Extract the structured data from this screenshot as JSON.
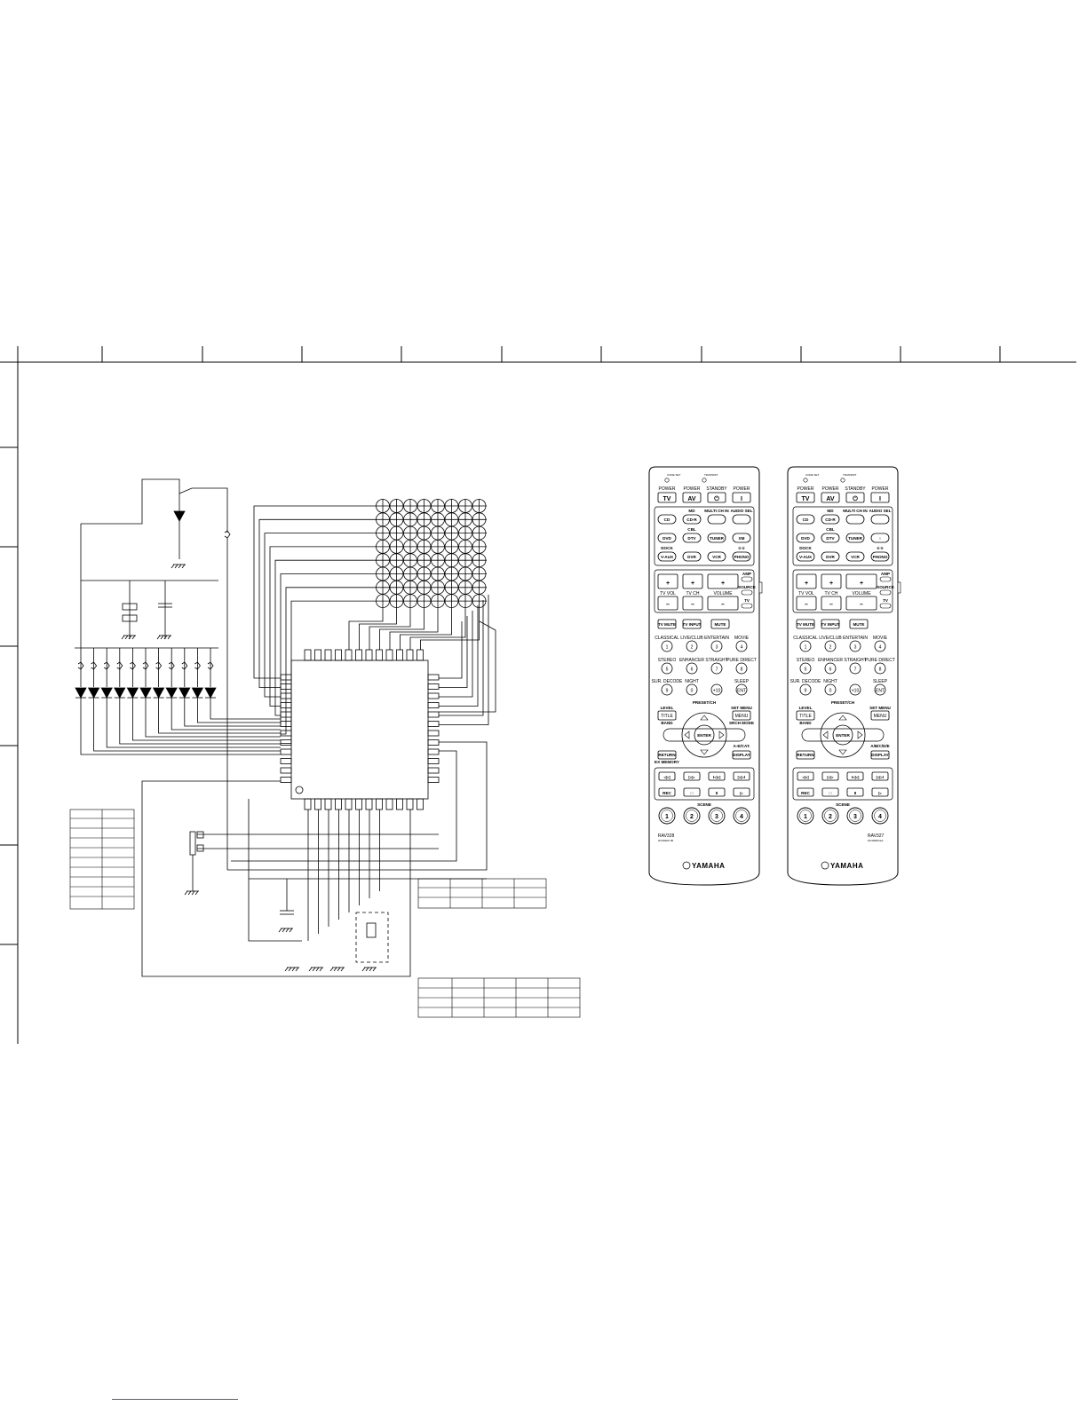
{
  "remote_left": {
    "model": "RAV328",
    "code": "WJ16960 JB",
    "brand": "YAMAHA",
    "top_labels": [
      "CODE SET",
      "TRANSMIT"
    ],
    "power_row": {
      "labels": [
        "POWER",
        "POWER",
        "STANDBY",
        "POWER"
      ],
      "buttons": [
        "TV",
        "AV",
        "⏻",
        "I"
      ]
    },
    "input_rows": [
      {
        "above": [
          "",
          "MD",
          "MULTI CH IN",
          "AUDIO SEL"
        ],
        "buttons": [
          "CD",
          "CD-R",
          "",
          ""
        ]
      },
      {
        "above": [
          "",
          "CBL",
          "",
          ""
        ],
        "buttons": [
          "DVD",
          "DTV",
          "TUNER",
          "XM"
        ]
      },
      {
        "above": [
          "DOCK",
          "",
          "",
          "☆☆"
        ],
        "buttons": [
          "V-AUX",
          "DVR",
          "VCR",
          "PHONO"
        ]
      }
    ],
    "volume": {
      "labels": [
        "TV VOL",
        "TV CH",
        "VOLUME"
      ],
      "side": [
        "AMP",
        "SOURCE",
        "TV"
      ]
    },
    "tv_row": [
      "TV MUTE",
      "TV INPUT",
      "MUTE"
    ],
    "program_rows": [
      {
        "labels": [
          "CLASSICAL",
          "LIVE/CLUB",
          "ENTERTAIN",
          "MOVIE"
        ],
        "buttons": [
          "1",
          "2",
          "3",
          "4"
        ]
      },
      {
        "labels": [
          "STEREO",
          "ENHANCER",
          "STRAIGHT",
          "PURE DIRECT"
        ],
        "buttons": [
          "5",
          "6",
          "7",
          "8"
        ]
      },
      {
        "labels": [
          "SUR. DECODE",
          "NIGHT",
          "",
          "SLEEP"
        ],
        "buttons": [
          "9",
          "0",
          "+10",
          "ENT"
        ]
      }
    ],
    "nav": {
      "top": "PRESET/CH",
      "left_above": "LEVEL",
      "left_btn": "TITLE",
      "left_below": "BAND",
      "right_above": "SET MENU",
      "right_btn": "MENU",
      "right_below": "SRCH MODE",
      "center": "ENTER",
      "below_right": "A-E/CAT.",
      "return": "RETURN",
      "display": "DISPLAY",
      "below_left": "EX MEMORY"
    },
    "transport": {
      "row1": [
        "◁◁",
        "▷▷",
        "I◁◁",
        "▷▷I"
      ],
      "row2": [
        "REC",
        "□",
        "II",
        "▷"
      ]
    },
    "scene_label": "SCENE",
    "scene_buttons": [
      "1",
      "2",
      "3",
      "4"
    ]
  },
  "remote_right": {
    "model": "RAV327",
    "code": "WJ16950 EA",
    "brand": "YAMAHA",
    "top_labels": [
      "CODE SET",
      "TRANSMIT"
    ],
    "power_row": {
      "labels": [
        "POWER",
        "POWER",
        "STANDBY",
        "POWER"
      ],
      "buttons": [
        "TV",
        "AV",
        "⏻",
        "I"
      ]
    },
    "input_rows": [
      {
        "above": [
          "",
          "MD",
          "MULTI CH IN",
          "AUDIO SEL"
        ],
        "buttons": [
          "CD",
          "CD-R",
          "",
          ""
        ]
      },
      {
        "above": [
          "",
          "CBL",
          "",
          ""
        ],
        "buttons": [
          "DVD",
          "DTV",
          "TUNER",
          "○"
        ]
      },
      {
        "above": [
          "DOCK",
          "",
          "",
          "☆☆"
        ],
        "buttons": [
          "V-AUX",
          "DVR",
          "VCR",
          "PHONO"
        ]
      }
    ],
    "volume": {
      "labels": [
        "TV VOL",
        "TV CH",
        "VOLUME"
      ],
      "side": [
        "AMP",
        "SOURCE",
        "TV"
      ]
    },
    "tv_row": [
      "TV MUTE",
      "TV INPUT",
      "MUTE"
    ],
    "program_rows": [
      {
        "labels": [
          "CLASSICAL",
          "LIVE/CLUB",
          "ENTERTAIN",
          "MOVIE"
        ],
        "buttons": [
          "1",
          "2",
          "3",
          "4"
        ]
      },
      {
        "labels": [
          "STEREO",
          "ENHANCER",
          "STRAIGHT",
          "PURE DIRECT"
        ],
        "buttons": [
          "5",
          "6",
          "7",
          "8"
        ]
      },
      {
        "labels": [
          "SUR. DECODE",
          "NIGHT",
          "",
          "SLEEP"
        ],
        "buttons": [
          "9",
          "0",
          "+10",
          "ENT"
        ]
      }
    ],
    "nav": {
      "top": "PRESET/CH",
      "left_above": "LEVEL",
      "left_btn": "TITLE",
      "left_below": "BAND",
      "right_above": "SET MENU",
      "right_btn": "MENU",
      "right_below": "",
      "center": "ENTER",
      "below_right": "A/B/C/D/E",
      "return": "RETURN",
      "display": "DISPLAY",
      "below_left": ""
    },
    "transport": {
      "row1": [
        "◁◁",
        "▷▷",
        "I◁◁",
        "▷▷I"
      ],
      "row2": [
        "REC",
        "□",
        "II",
        "▷"
      ]
    },
    "scene_label": "SCENE",
    "scene_buttons": [
      "1",
      "2",
      "3",
      "4"
    ]
  }
}
